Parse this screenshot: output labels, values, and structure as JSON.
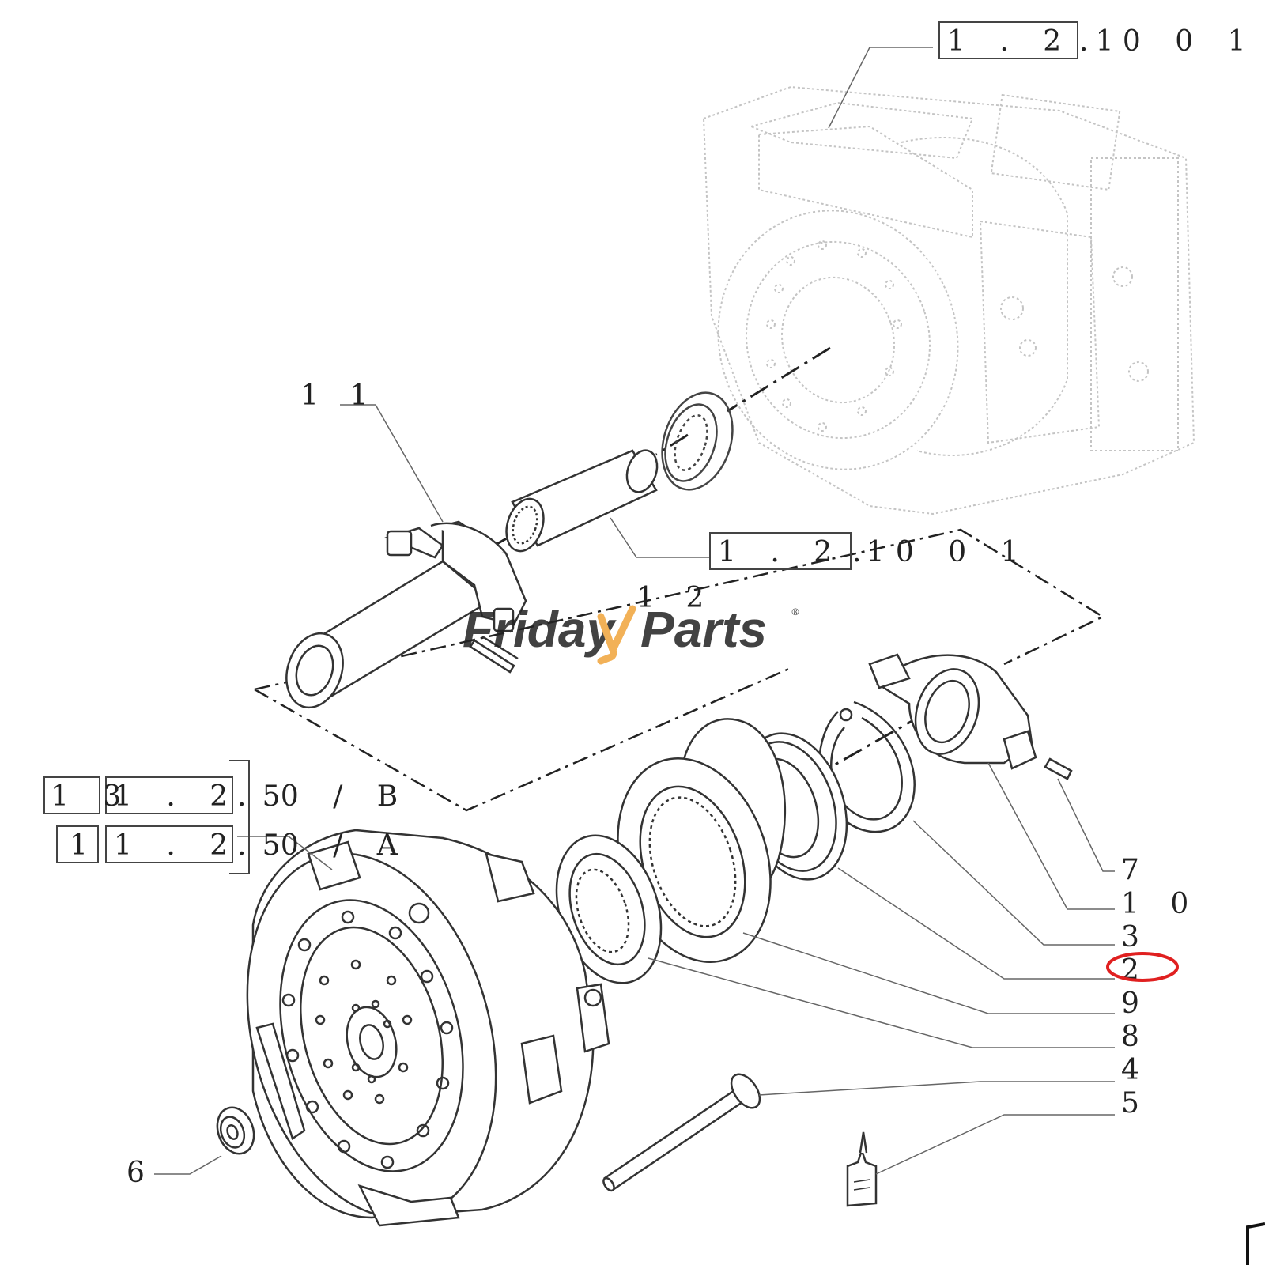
{
  "references": {
    "top": [
      "1 . 2 1",
      ". 0   0 1"
    ],
    "mid": [
      "1 . 2 1",
      ". 0   0 1"
    ],
    "b_prefix": "1 3",
    "b_main": "1 . 2 5",
    "b_suffix": ". 0 / B",
    "a_prefix": "1",
    "a_main": "1 . 2 5",
    "a_suffix": ". 0 / A"
  },
  "callouts": {
    "c11": "1 1",
    "c12": "1 2",
    "c7": "7",
    "c10": "1 0",
    "c3": "3",
    "c2": "2",
    "c9": "9",
    "c8": "8",
    "c4": "4",
    "c5": "5",
    "c6": "6"
  },
  "highlight": {
    "target": "2",
    "color": "#e02020"
  },
  "watermark": {
    "part1": "Friday",
    "part2": "Parts",
    "color": "#3d6cc4",
    "accent": "#f0a43a"
  }
}
